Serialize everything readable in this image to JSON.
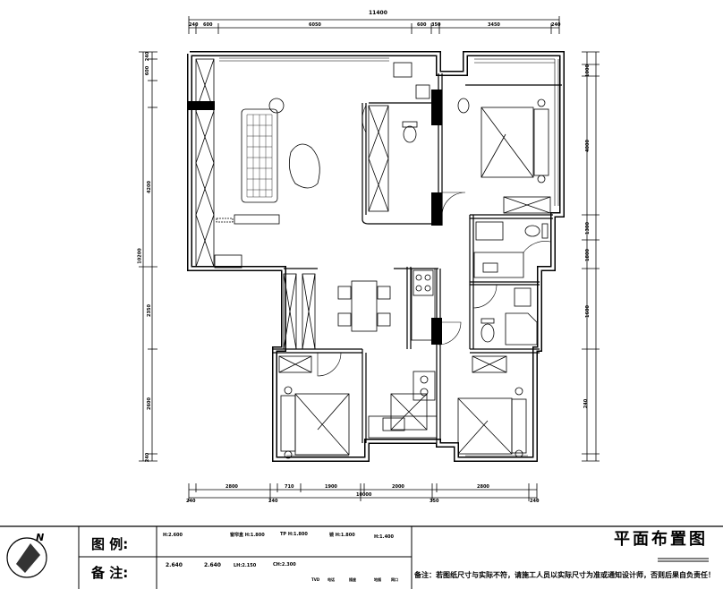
{
  "dimensions": {
    "top_total": "11400",
    "top_segments": [
      "240",
      "600",
      "6050",
      "600",
      "350",
      "3450",
      "240"
    ],
    "bottom_segments": [
      "2800",
      "710",
      "1900",
      "2000",
      "2800"
    ],
    "bottom_total_segments": [
      "240",
      "240",
      "10000",
      "350",
      "240"
    ],
    "left_total": "10200",
    "left_segments": [
      "240",
      "600",
      "4200",
      "2350",
      "2600",
      "240"
    ],
    "right_segments": [
      "1000",
      "4000",
      "1300",
      "1800",
      "1600",
      "240"
    ]
  },
  "legend": {
    "compass_label": "N",
    "legend_heading": "图 例:",
    "notes_heading": "备 注:",
    "legend_items": [
      "H:2.600",
      "窗帘盒 H:1.800",
      "TP H:1.800",
      "镜 H:1.800",
      "H:1.400"
    ],
    "notes_items": [
      "2.640",
      "2.640",
      "LH:2.150",
      "CH:2.300",
      "TVD",
      "电话",
      "插座",
      "地插",
      "网口"
    ],
    "plan_title": "平面布置图",
    "remark": "备注：若图纸尺寸与实际不符，请施工人员以实际尺寸为准或通知设计师，否则后果自负责任！"
  }
}
